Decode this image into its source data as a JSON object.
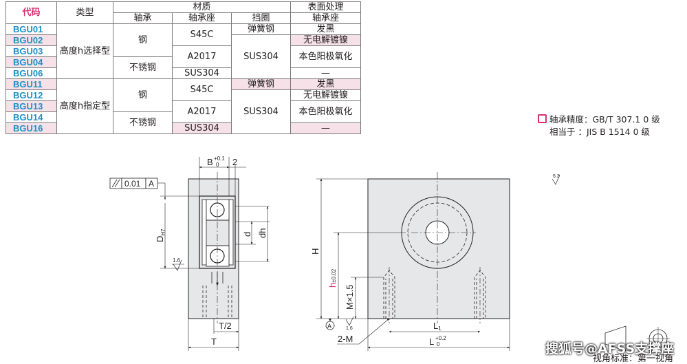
{
  "table": {
    "headers": {
      "code": "代码",
      "type": "类型",
      "material": "材质",
      "surface": "表面处理",
      "bearing": "轴承",
      "housing": "轴承座",
      "retainer": "挡圈",
      "surface_housing": "轴承座"
    },
    "rows": [
      {
        "code": "BGU01"
      },
      {
        "code": "BGU02"
      },
      {
        "code": "BGU03"
      },
      {
        "code": "BGU04"
      },
      {
        "code": "BGU06"
      },
      {
        "code": "BGU11"
      },
      {
        "code": "BGU12"
      },
      {
        "code": "BGU13"
      },
      {
        "code": "BGU14"
      },
      {
        "code": "BGU16"
      }
    ],
    "group1": {
      "type": "高度h选择型",
      "bearing_steel": "钢",
      "bearing_stainless": "不锈钢",
      "housing_s45c": "S45C",
      "housing_a2017": "A2017",
      "housing_sus304": "SUS304",
      "retainer_spring": "弹簧钢",
      "retainer_sus": "SUS304",
      "surface_black": "发黑",
      "surface_nickel": "无电解镀镍",
      "surface_anodize": "本色阳极氧化",
      "surface_none": "—"
    },
    "group2": {
      "type": "高度h指定型",
      "bearing_steel": "钢",
      "bearing_stainless": "不锈钢",
      "housing_s45c": "S45C",
      "housing_a2017": "A2017",
      "housing_sus304": "SUS304",
      "retainer_spring": "弹簧钢",
      "retainer_sus": "SUS304",
      "surface_black": "发黑",
      "surface_nickel": "无电解镀镍",
      "surface_anodize": "本色阳极氧化",
      "surface_none": "—"
    }
  },
  "note": {
    "line1": "轴承精度：GB/T 307.1  0  级",
    "line2": "相当于    ：JIS  B 1514  0  级"
  },
  "drawing": {
    "tolerance": "0.01",
    "datum": "A",
    "datum_circle": "A",
    "b_label": "B",
    "b_tol": "+0.1",
    "b_tol2": "0",
    "dim_2": "2",
    "d_h7": "D",
    "d_h7_sub": "H7",
    "d_small": "d",
    "dh": "dh",
    "roughness_1": "1.6",
    "roughness_2": "1.6",
    "roughness_top": "6.3",
    "t_half": "T/2",
    "t": "T",
    "h_big": "H",
    "h_small": "h",
    "h_tol": "±0.02",
    "m15": "M×1.5",
    "l1": "L",
    "l1_sub": "1",
    "l": "L",
    "l_tol": "+0.2",
    "l_tol2": "0",
    "two_m": "2-M"
  },
  "watermark": "搜狐号@AFSS支撑座",
  "view_note": "视角标准：第一视角"
}
